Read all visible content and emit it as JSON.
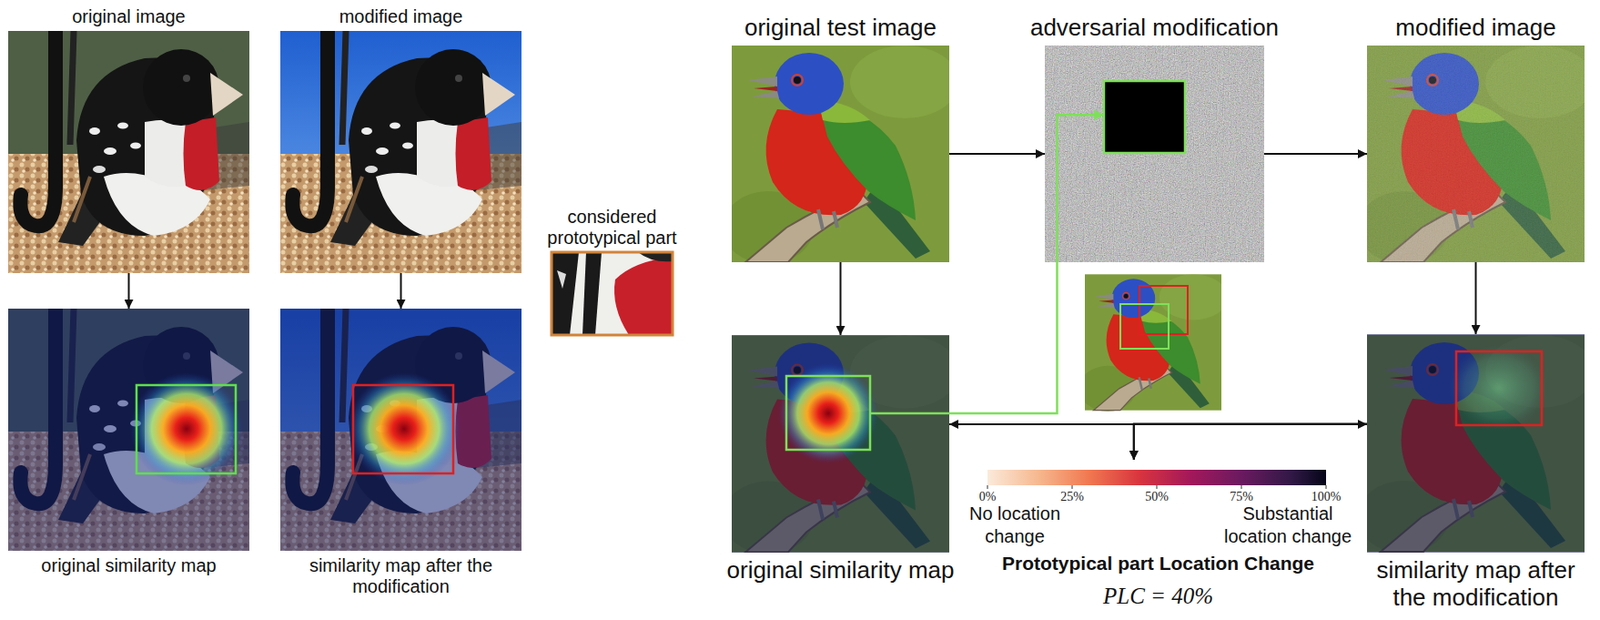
{
  "diagram": {
    "nodes": [
      {
        "text": [
          "original image"
        ]
      },
      {
        "text": [
          "modified image"
        ]
      },
      {
        "text": [
          "original similarity map"
        ]
      },
      {
        "text": [
          "similarity map after the modification"
        ]
      },
      {
        "text": [
          "considered prototypical part"
        ]
      },
      {
        "text": [
          "original test image"
        ]
      },
      {
        "text": [
          "adversarial modification"
        ]
      },
      {
        "text": [
          "modified image"
        ]
      },
      {
        "text": [
          "original similarity map"
        ]
      },
      {
        "text": [
          "similarity map after the modification"
        ]
      },
      {
        "text": [
          "No location change",
          "Substantial location change",
          "Prototypical part Location Change",
          "PLC = 40%"
        ]
      }
    ],
    "edges": [
      {
        "from": 0,
        "to": 2,
        "arrow": "to"
      },
      {
        "from": 1,
        "to": 3,
        "arrow": "to"
      },
      {
        "from": 5,
        "to": 6,
        "arrow": "to"
      },
      {
        "from": 6,
        "to": 7,
        "arrow": "to"
      },
      {
        "from": 5,
        "to": 8,
        "arrow": "to"
      },
      {
        "from": 7,
        "to": 9,
        "arrow": "to"
      },
      {
        "from": 8,
        "to": 6,
        "arrow": "to"
      },
      {
        "from": 8,
        "to": 9,
        "arrow": "both"
      },
      {
        "from": 8,
        "to": 10,
        "arrow": "to"
      },
      {
        "from": 9,
        "to": 10,
        "arrow": "to"
      }
    ],
    "labels": [
      "0%",
      "25%",
      "50%",
      "75%",
      "100%"
    ]
  }
}
